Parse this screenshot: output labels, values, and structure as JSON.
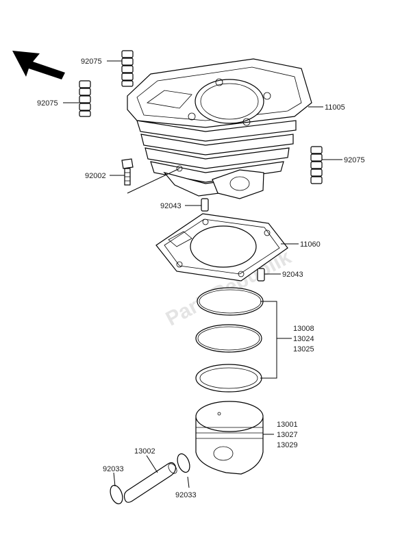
{
  "watermark": "PartsRepublik",
  "callouts": {
    "c92075_a": "92075",
    "c92075_b": "92075",
    "c92075_c": "92075",
    "c11005": "11005",
    "c92002": "92002",
    "c92043_top": "92043",
    "c11060": "11060",
    "c92043_bot": "92043",
    "c13008": "13008",
    "c13024": "13024",
    "c13025": "13025",
    "c13001": "13001",
    "c13027": "13027",
    "c13029": "13029",
    "c13002": "13002",
    "c92033_left": "92033",
    "c92033_right": "92033"
  },
  "icons": {
    "direction_arrow": "front-direction-arrow-icon"
  }
}
